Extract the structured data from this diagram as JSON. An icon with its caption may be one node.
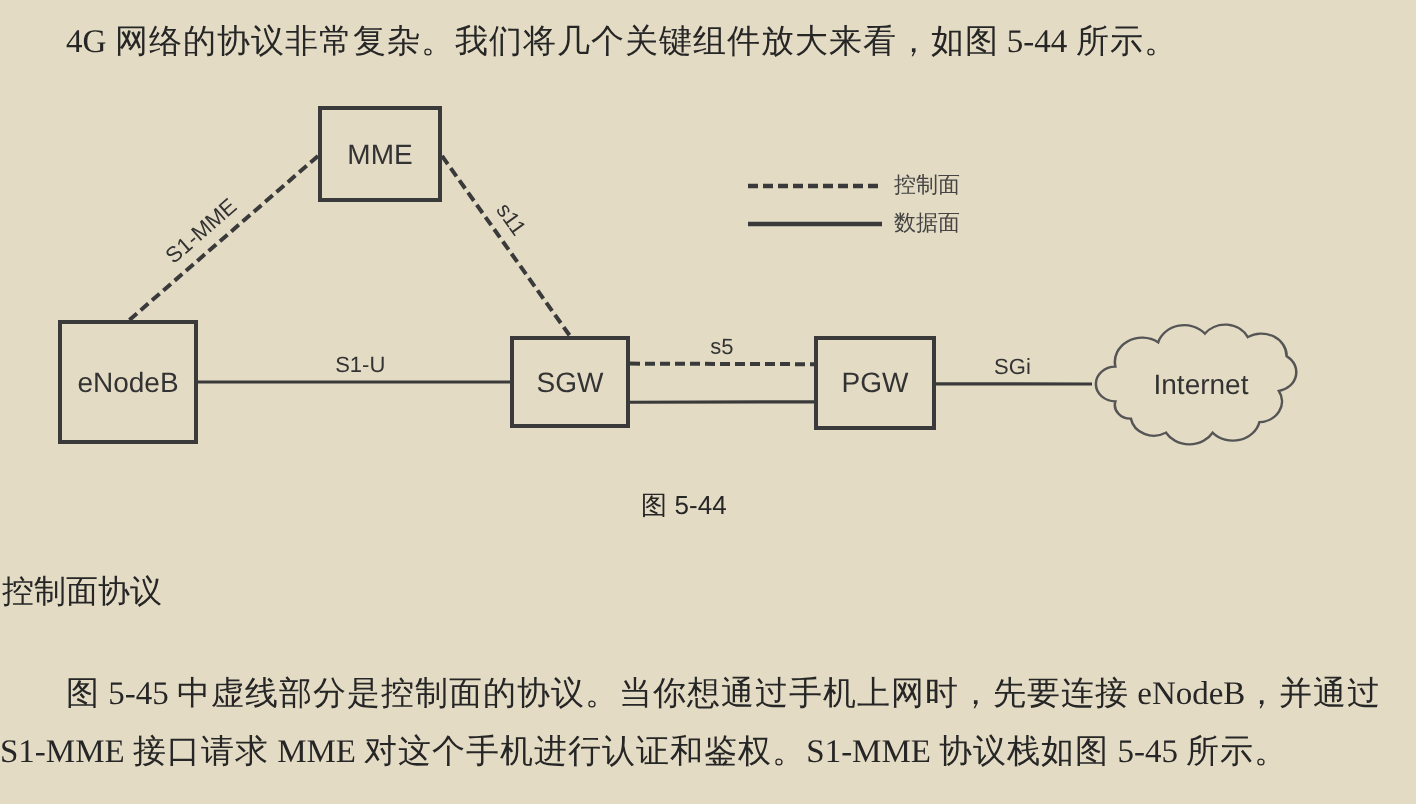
{
  "diagram": {
    "caption": "图 5-44",
    "nodes": [
      {
        "text": [
          "MME"
        ]
      },
      {
        "text": [
          "eNodeB"
        ]
      },
      {
        "text": [
          "SGW"
        ]
      },
      {
        "text": [
          "PGW"
        ]
      },
      {
        "text": [
          "Internet"
        ]
      }
    ],
    "edges": [
      {
        "from": 1,
        "to": 0,
        "arrow": "none",
        "style": "dashed",
        "label": "S1-MME"
      },
      {
        "from": 0,
        "to": 2,
        "arrow": "none",
        "style": "dashed",
        "label": "s11"
      },
      {
        "from": 1,
        "to": 2,
        "arrow": "none",
        "label": "S1-U"
      },
      {
        "from": 2,
        "to": 3,
        "arrow": "none",
        "style": "dashed",
        "label": "s5"
      },
      {
        "from": 2,
        "to": 3,
        "arrow": "none"
      },
      {
        "from": 3,
        "to": 4,
        "arrow": "none",
        "label": "SGi"
      }
    ],
    "labels": [
      "4G 网络的协议非常复杂。我们将几个关键组件放大来看，如图 5-44 所示。",
      "控制面协议",
      "图 5-45 中虚线部分是控制面的协议。当你想通过手机上网时，先要连接 eNodeB，并通过 S1-MME 接口请求 MME 对这个手机进行认证和鉴权。S1-MME 协议栈如图 5-45 所示。"
    ],
    "legend": [
      {
        "text": "控制面"
      },
      {
        "text": "数据面"
      }
    ]
  }
}
